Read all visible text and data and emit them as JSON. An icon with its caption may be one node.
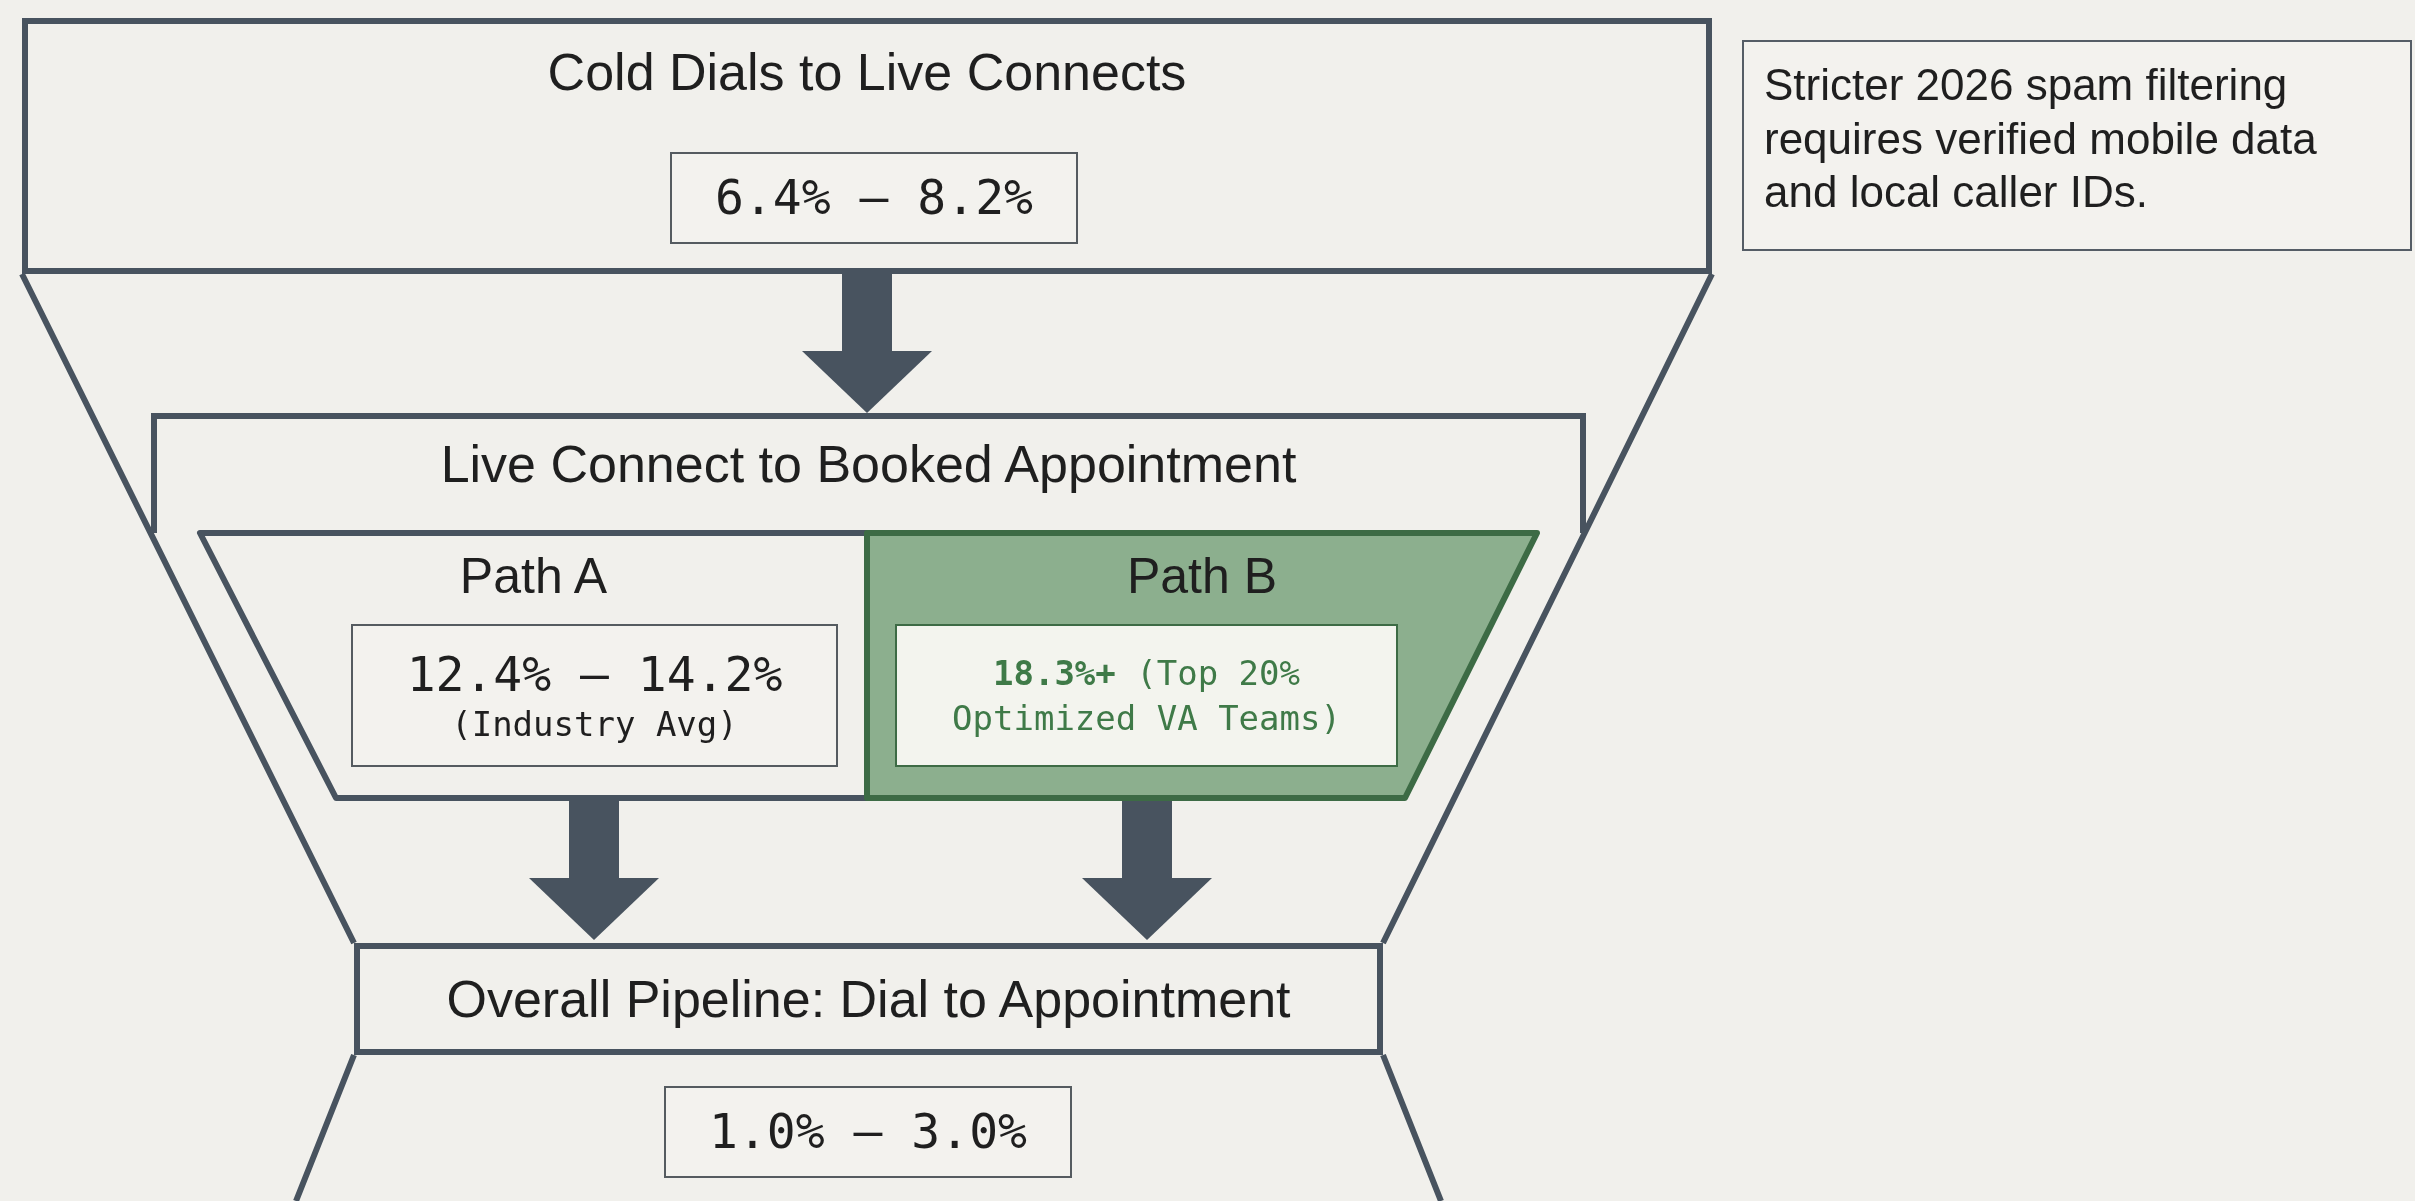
{
  "diagram": {
    "nodes": [
      {
        "text": [
          "Cold Dials to Live Connects"
        ]
      },
      {
        "text": [
          "6.4% – 8.2%"
        ],
        "in": 0
      },
      {
        "text": [
          "Live Connect to Booked Appointment"
        ]
      },
      {
        "text": [
          "Path A"
        ],
        "in": 2
      },
      {
        "text": [
          "12.4% – 14.2%",
          "(Industry Avg)"
        ],
        "in": 3
      },
      {
        "text": [
          "Path B"
        ],
        "in": 2
      },
      {
        "text": [
          "**18.3%+** (Top 20% Optimized VA Teams)"
        ],
        "in": 5
      },
      {
        "text": [
          "Overall Pipeline: Dial to Appointment"
        ]
      },
      {
        "text": [
          "1.0% – 3.0%"
        ]
      },
      {
        "text": [
          "Stricter 2026 spam filtering requires verified mobile data and local caller IDs."
        ]
      }
    ],
    "edges": [
      {
        "from": 0,
        "to": 2,
        "arrow": "to"
      },
      {
        "from": 3,
        "to": 7,
        "arrow": "to"
      },
      {
        "from": 5,
        "to": 7,
        "arrow": "to"
      }
    ]
  }
}
